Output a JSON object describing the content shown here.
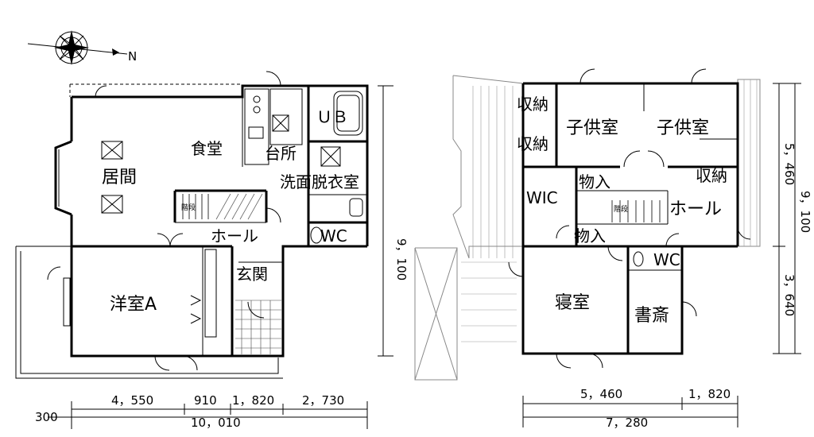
{
  "compass": {
    "north_label": "N"
  },
  "floor1": {
    "rooms": {
      "living": "居間",
      "dining": "食堂",
      "kitchen": "台所",
      "bath": "ＵＢ",
      "washroom": "洗面脱衣室",
      "hall": "ホール",
      "wc": "WC",
      "western_room": "洋室A",
      "entrance": "玄関",
      "stairs": "階段"
    },
    "dims": {
      "bottom_segments": [
        "4，550",
        "910",
        "1，820",
        "2，730"
      ],
      "offset": "300",
      "total": "10，010",
      "right_total": "9，100"
    }
  },
  "floor2": {
    "rooms": {
      "storage_1": "収納",
      "storage_2": "収納",
      "storage_3": "収納",
      "child_room_1": "子供室",
      "child_room_2": "子供室",
      "closet_1": "物入",
      "closet_2": "物入",
      "wic": "WIC",
      "hall": "ホール",
      "wc": "WC",
      "bedroom": "寝室",
      "study": "書斎",
      "stairs": "階段"
    },
    "dims": {
      "bottom_segments": [
        "5，460",
        "1，820"
      ],
      "total": "7，280",
      "right_top": "5，460",
      "right_total": "9，100",
      "right_bottom": "3，640"
    }
  }
}
